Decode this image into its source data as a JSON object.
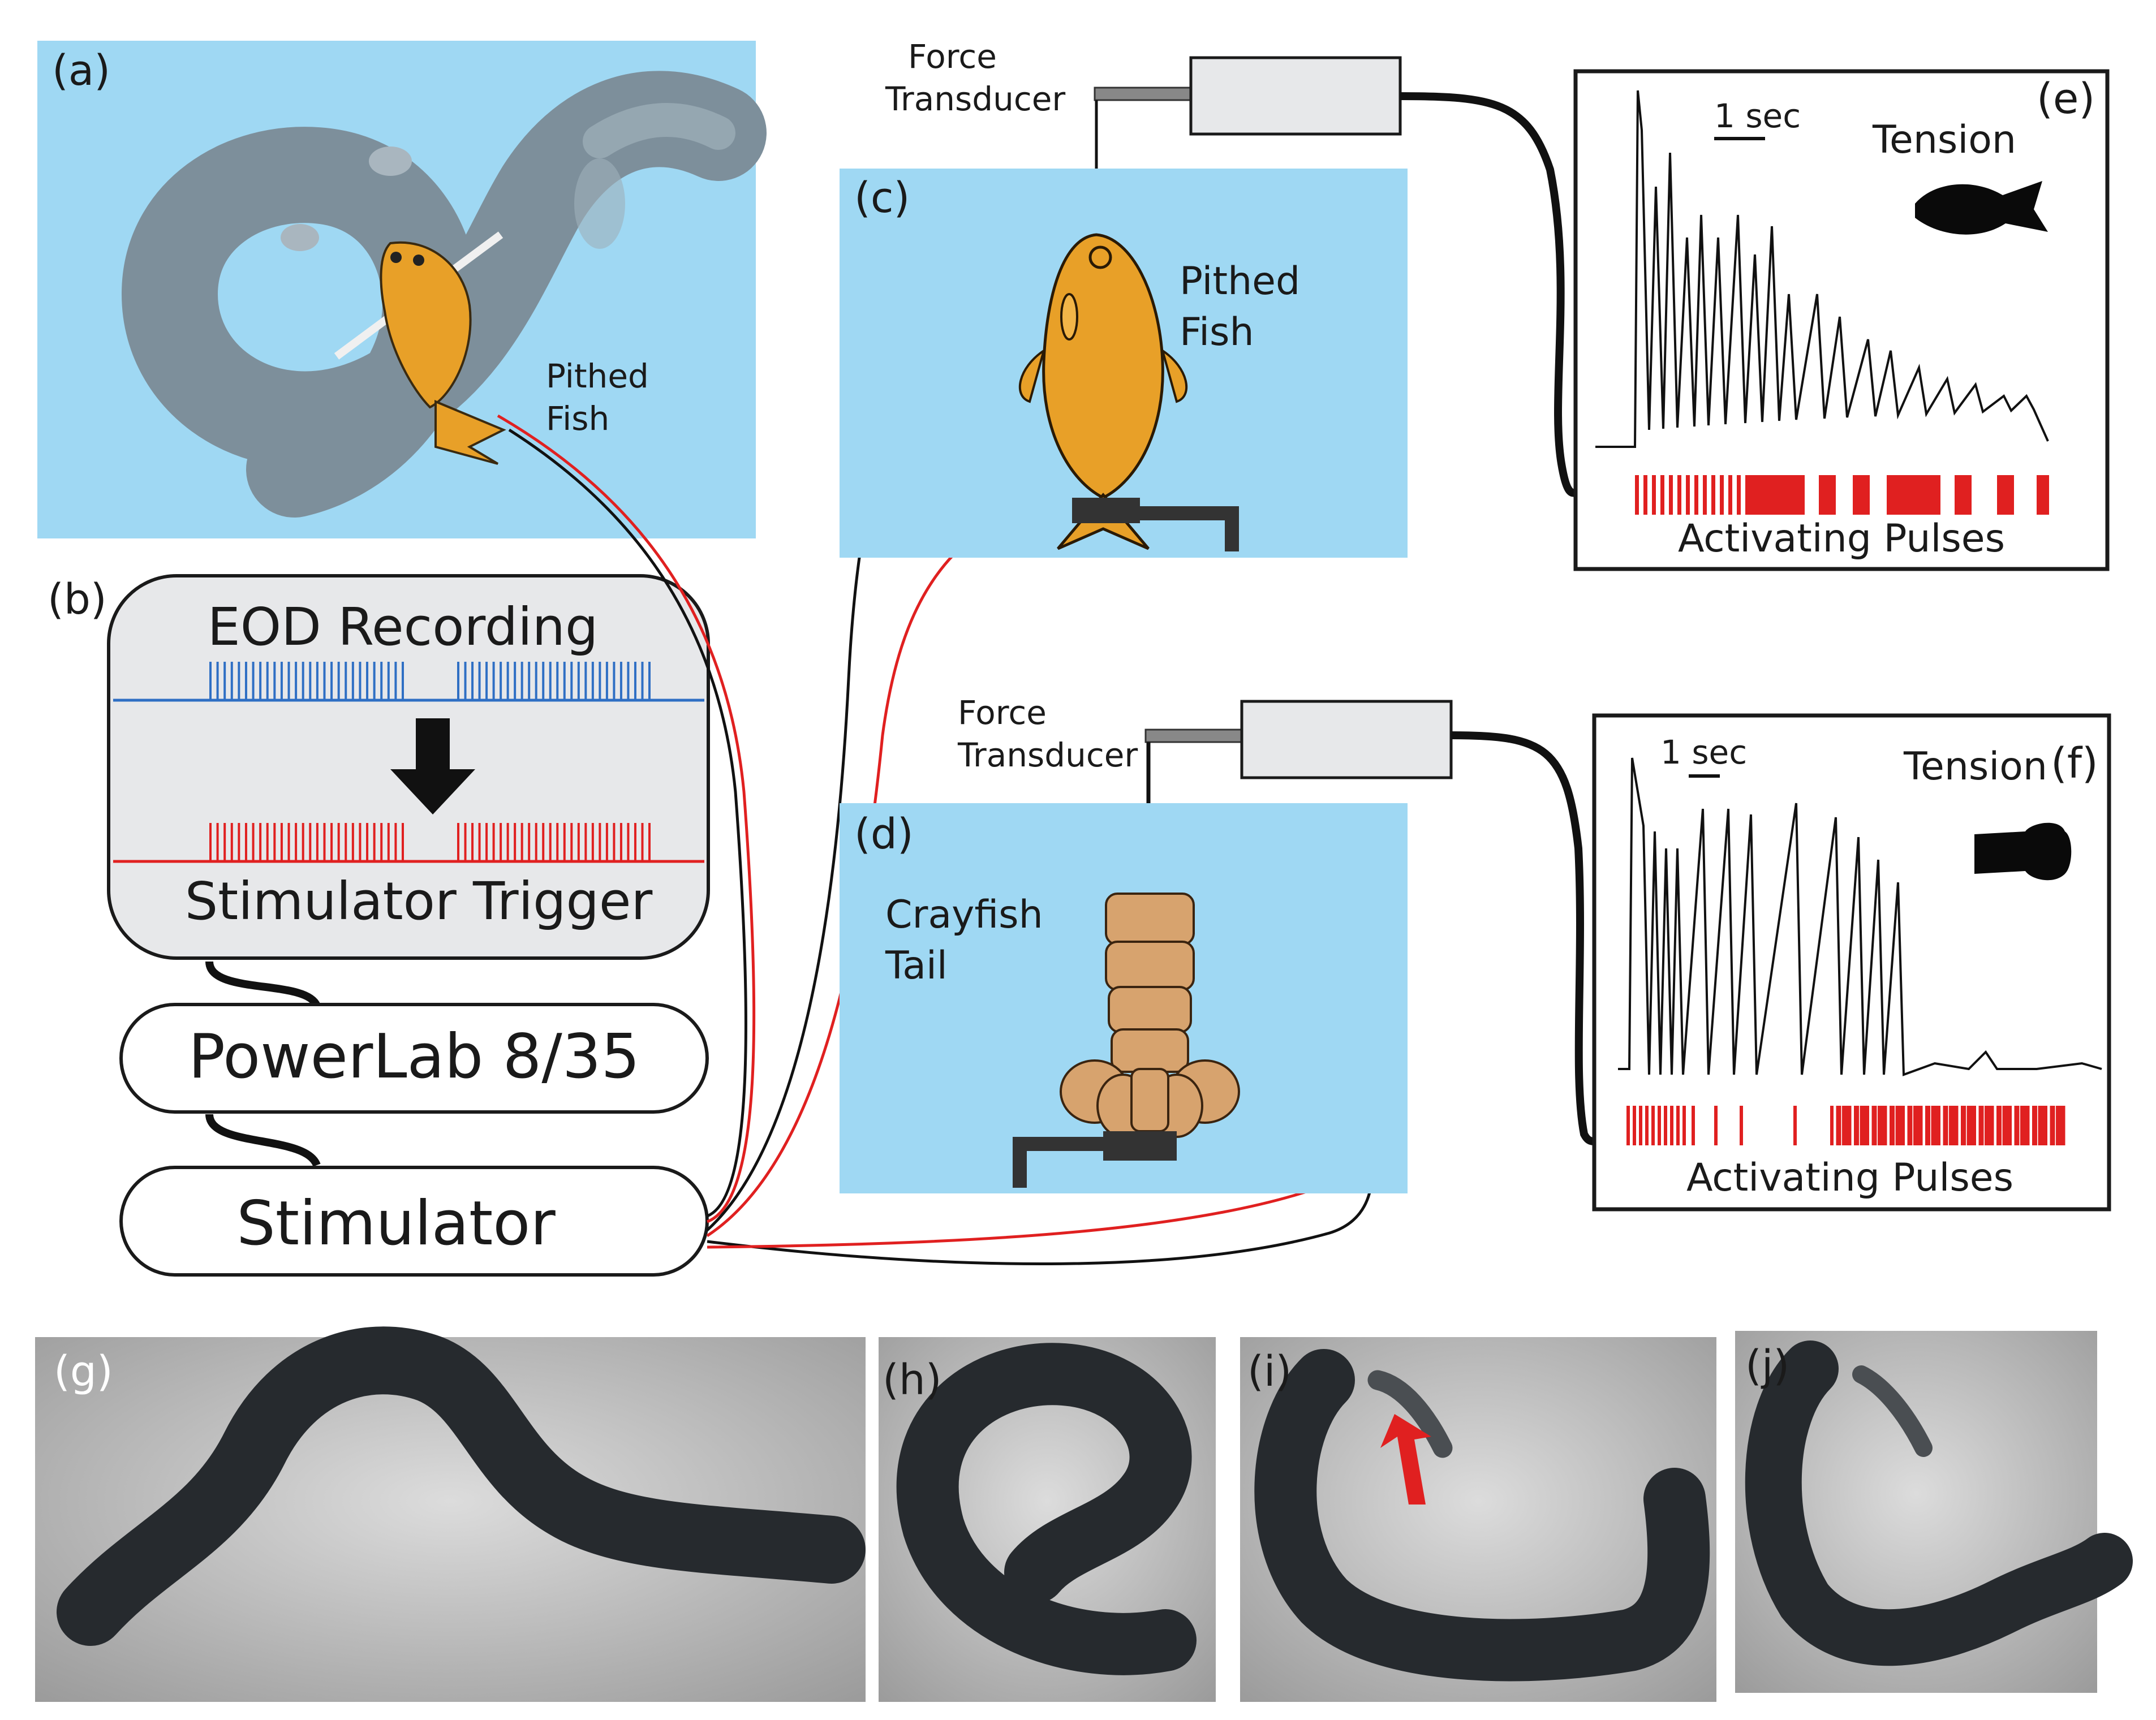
{
  "panels": {
    "a": {
      "label": "(a)",
      "fish_label_line1": "Pithed",
      "fish_label_line2": "Fish"
    },
    "b": {
      "label": "(b)",
      "top_title": "EOD Recording",
      "bottom_title": "Stimulator Trigger"
    },
    "c": {
      "label": "(c)",
      "fish_label_line1": "Pithed",
      "fish_label_line2": "Fish"
    },
    "d": {
      "label": "(d)",
      "crayfish_label_line1": "Crayfish",
      "crayfish_label_line2": "Tail"
    },
    "e": {
      "label": "(e)",
      "scale": "1 sec",
      "tension": "Tension",
      "pulses": "Activating Pulses"
    },
    "f": {
      "label": "(f)",
      "scale": "1 sec",
      "tension": "Tension",
      "pulses": "Activating Pulses"
    },
    "g": {
      "label": "(g)"
    },
    "h": {
      "label": "(h)"
    },
    "i": {
      "label": "(i)"
    },
    "j": {
      "label": "(j)"
    }
  },
  "devices": {
    "powerlab": "PowerLab 8/35",
    "stimulator": "Stimulator",
    "force_transducer_top_line1": "Force",
    "force_transducer_top_line2": "Transducer",
    "force_transducer_bottom_line1": "Force",
    "force_transducer_bottom_line2": "Transducer"
  },
  "colors": {
    "water": "#9fd8f3",
    "fish": "#e8a028",
    "crayfish": "#d7a36e",
    "eel": "#7d8f9b",
    "eod_blue": "#2f6fc4",
    "trigger_red": "#e02020",
    "box_fill": "#e7e8ea",
    "photo_bg": "#b8b8b8"
  },
  "icons": [
    "arrow-down-icon",
    "fish-silhouette-icon",
    "crayfish-tail-silhouette-icon",
    "red-arrow-icon"
  ]
}
